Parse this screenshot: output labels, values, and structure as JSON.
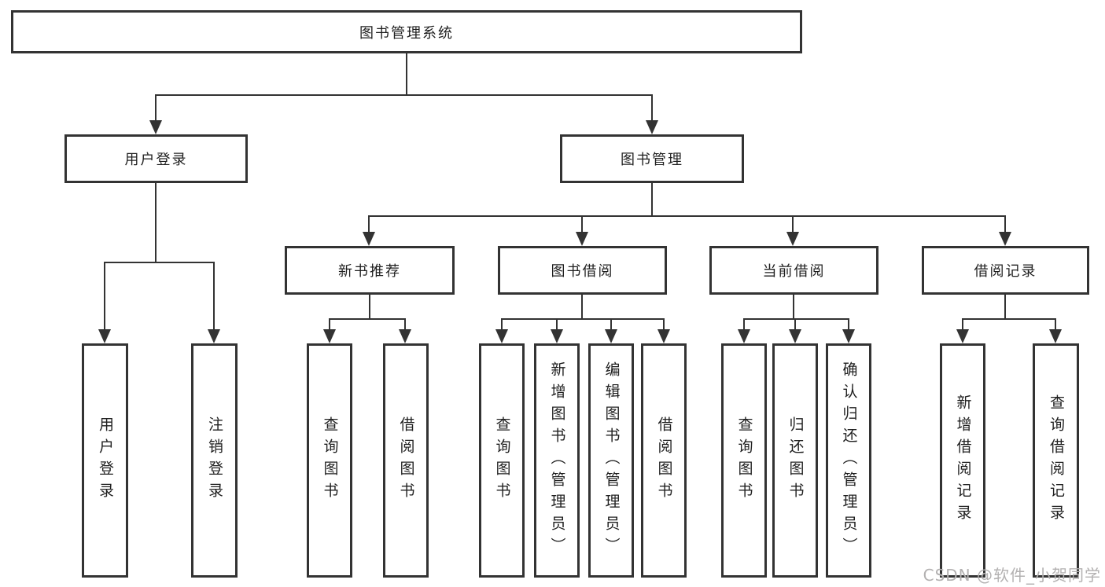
{
  "diagram": {
    "root": "图书管理系统",
    "level2": [
      {
        "label": "用户登录",
        "children": [
          "用户登录",
          "注销登录"
        ]
      },
      {
        "label": "图书管理",
        "children": [
          {
            "label": "新书推荐",
            "children": [
              "查询图书",
              "借阅图书"
            ]
          },
          {
            "label": "图书借阅",
            "children": [
              "查询图书",
              "新增图书（管理员）",
              "编辑图书（管理员）",
              "借阅图书"
            ]
          },
          {
            "label": "当前借阅",
            "children": [
              "查询图书",
              "归还图书",
              "确认归还（管理员）"
            ]
          },
          {
            "label": "借阅记录",
            "children": [
              "新增借阅记录",
              "查询借阅记录"
            ]
          }
        ]
      }
    ]
  },
  "watermark": "CSDN @软件_小贺同学",
  "colors": {
    "line": "#333333",
    "text": "#1f1f1f",
    "watermark": "#b3b3b3",
    "background": "#ffffff"
  }
}
